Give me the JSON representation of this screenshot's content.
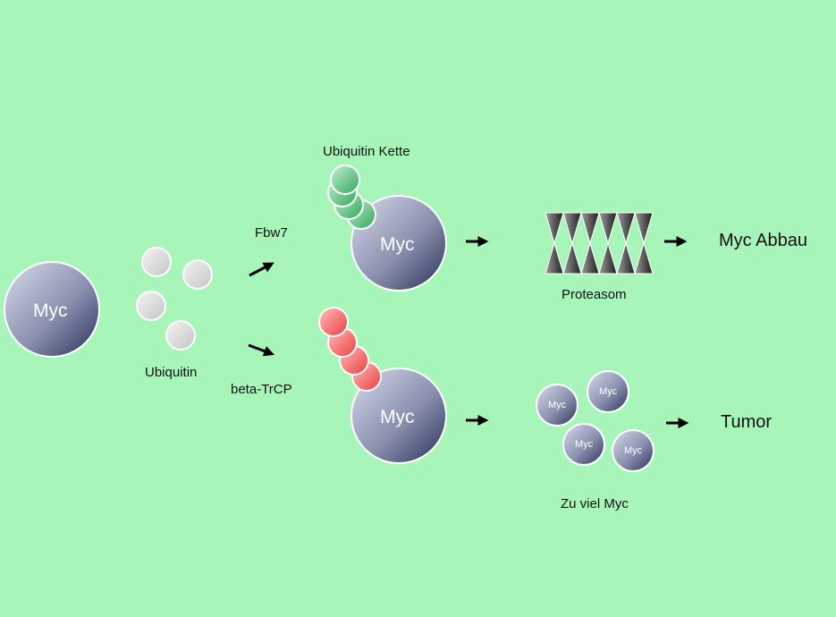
{
  "labels": {
    "myc": "Myc",
    "ubiquitin": "Ubiquitin",
    "fbw7": "Fbw7",
    "beta_trcp": "beta-TrCP",
    "ubiquitin_chain": "Ubiquitin Kette",
    "proteasome": "Proteasom",
    "myc_degradation": "Myc Abbau",
    "too_much_myc": "Zu viel Myc",
    "tumor": "Tumor"
  },
  "colors": {
    "background": "#a8f5ba",
    "myc_light": "#d4d8e8",
    "myc_dark": "#2c3258",
    "ubiquitin_free": "#d8d8d8",
    "ubiquitin_chain_fbw7": "#46b36a",
    "ubiquitin_chain_betatrcp": "#f04848"
  }
}
